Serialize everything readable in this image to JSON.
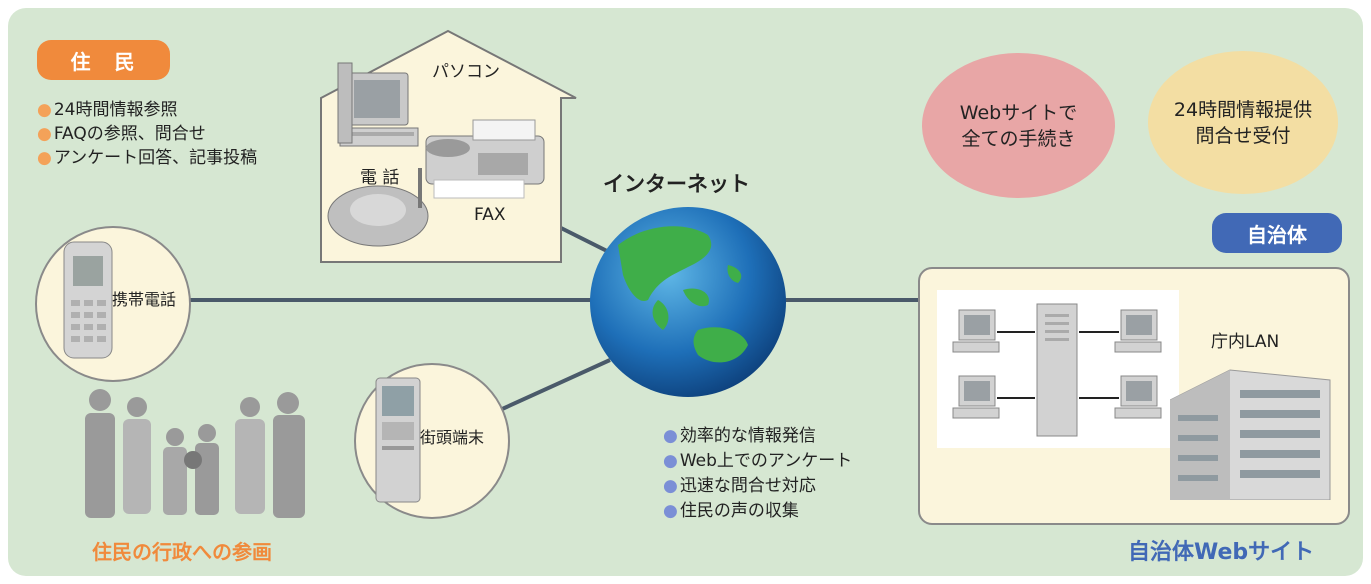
{
  "resident": {
    "badge": "住　民",
    "items": [
      "24時間情報参照",
      "FAQの参照、問合せ",
      "アンケート回答、記事投稿"
    ],
    "caption": "住民の行政への参画"
  },
  "house": {
    "pc_label": "パソコン",
    "phone_label": "電 話",
    "fax_label": "FAX"
  },
  "devices": {
    "mobile_label": "携帯電話",
    "kiosk_label": "街頭端末"
  },
  "internet": {
    "title": "インターネット",
    "benefits": [
      "効率的な情報発信",
      "Web上でのアンケート",
      "迅速な問合せ対応",
      "住民の声の収集"
    ]
  },
  "government": {
    "ellipse_left": [
      "Webサイトで",
      "全ての手続き"
    ],
    "ellipse_right": [
      "24時間情報提供",
      "問合せ受付"
    ],
    "badge": "自治体",
    "lan_label": "庁内LAN",
    "caption": "自治体Webサイト"
  },
  "colors": {
    "background": "#d6e7d2",
    "resident_accent": "#f08a3c",
    "government_accent": "#4169b6",
    "ellipse_pink": "#e8a6a6",
    "ellipse_yellow": "#f3dea3"
  }
}
